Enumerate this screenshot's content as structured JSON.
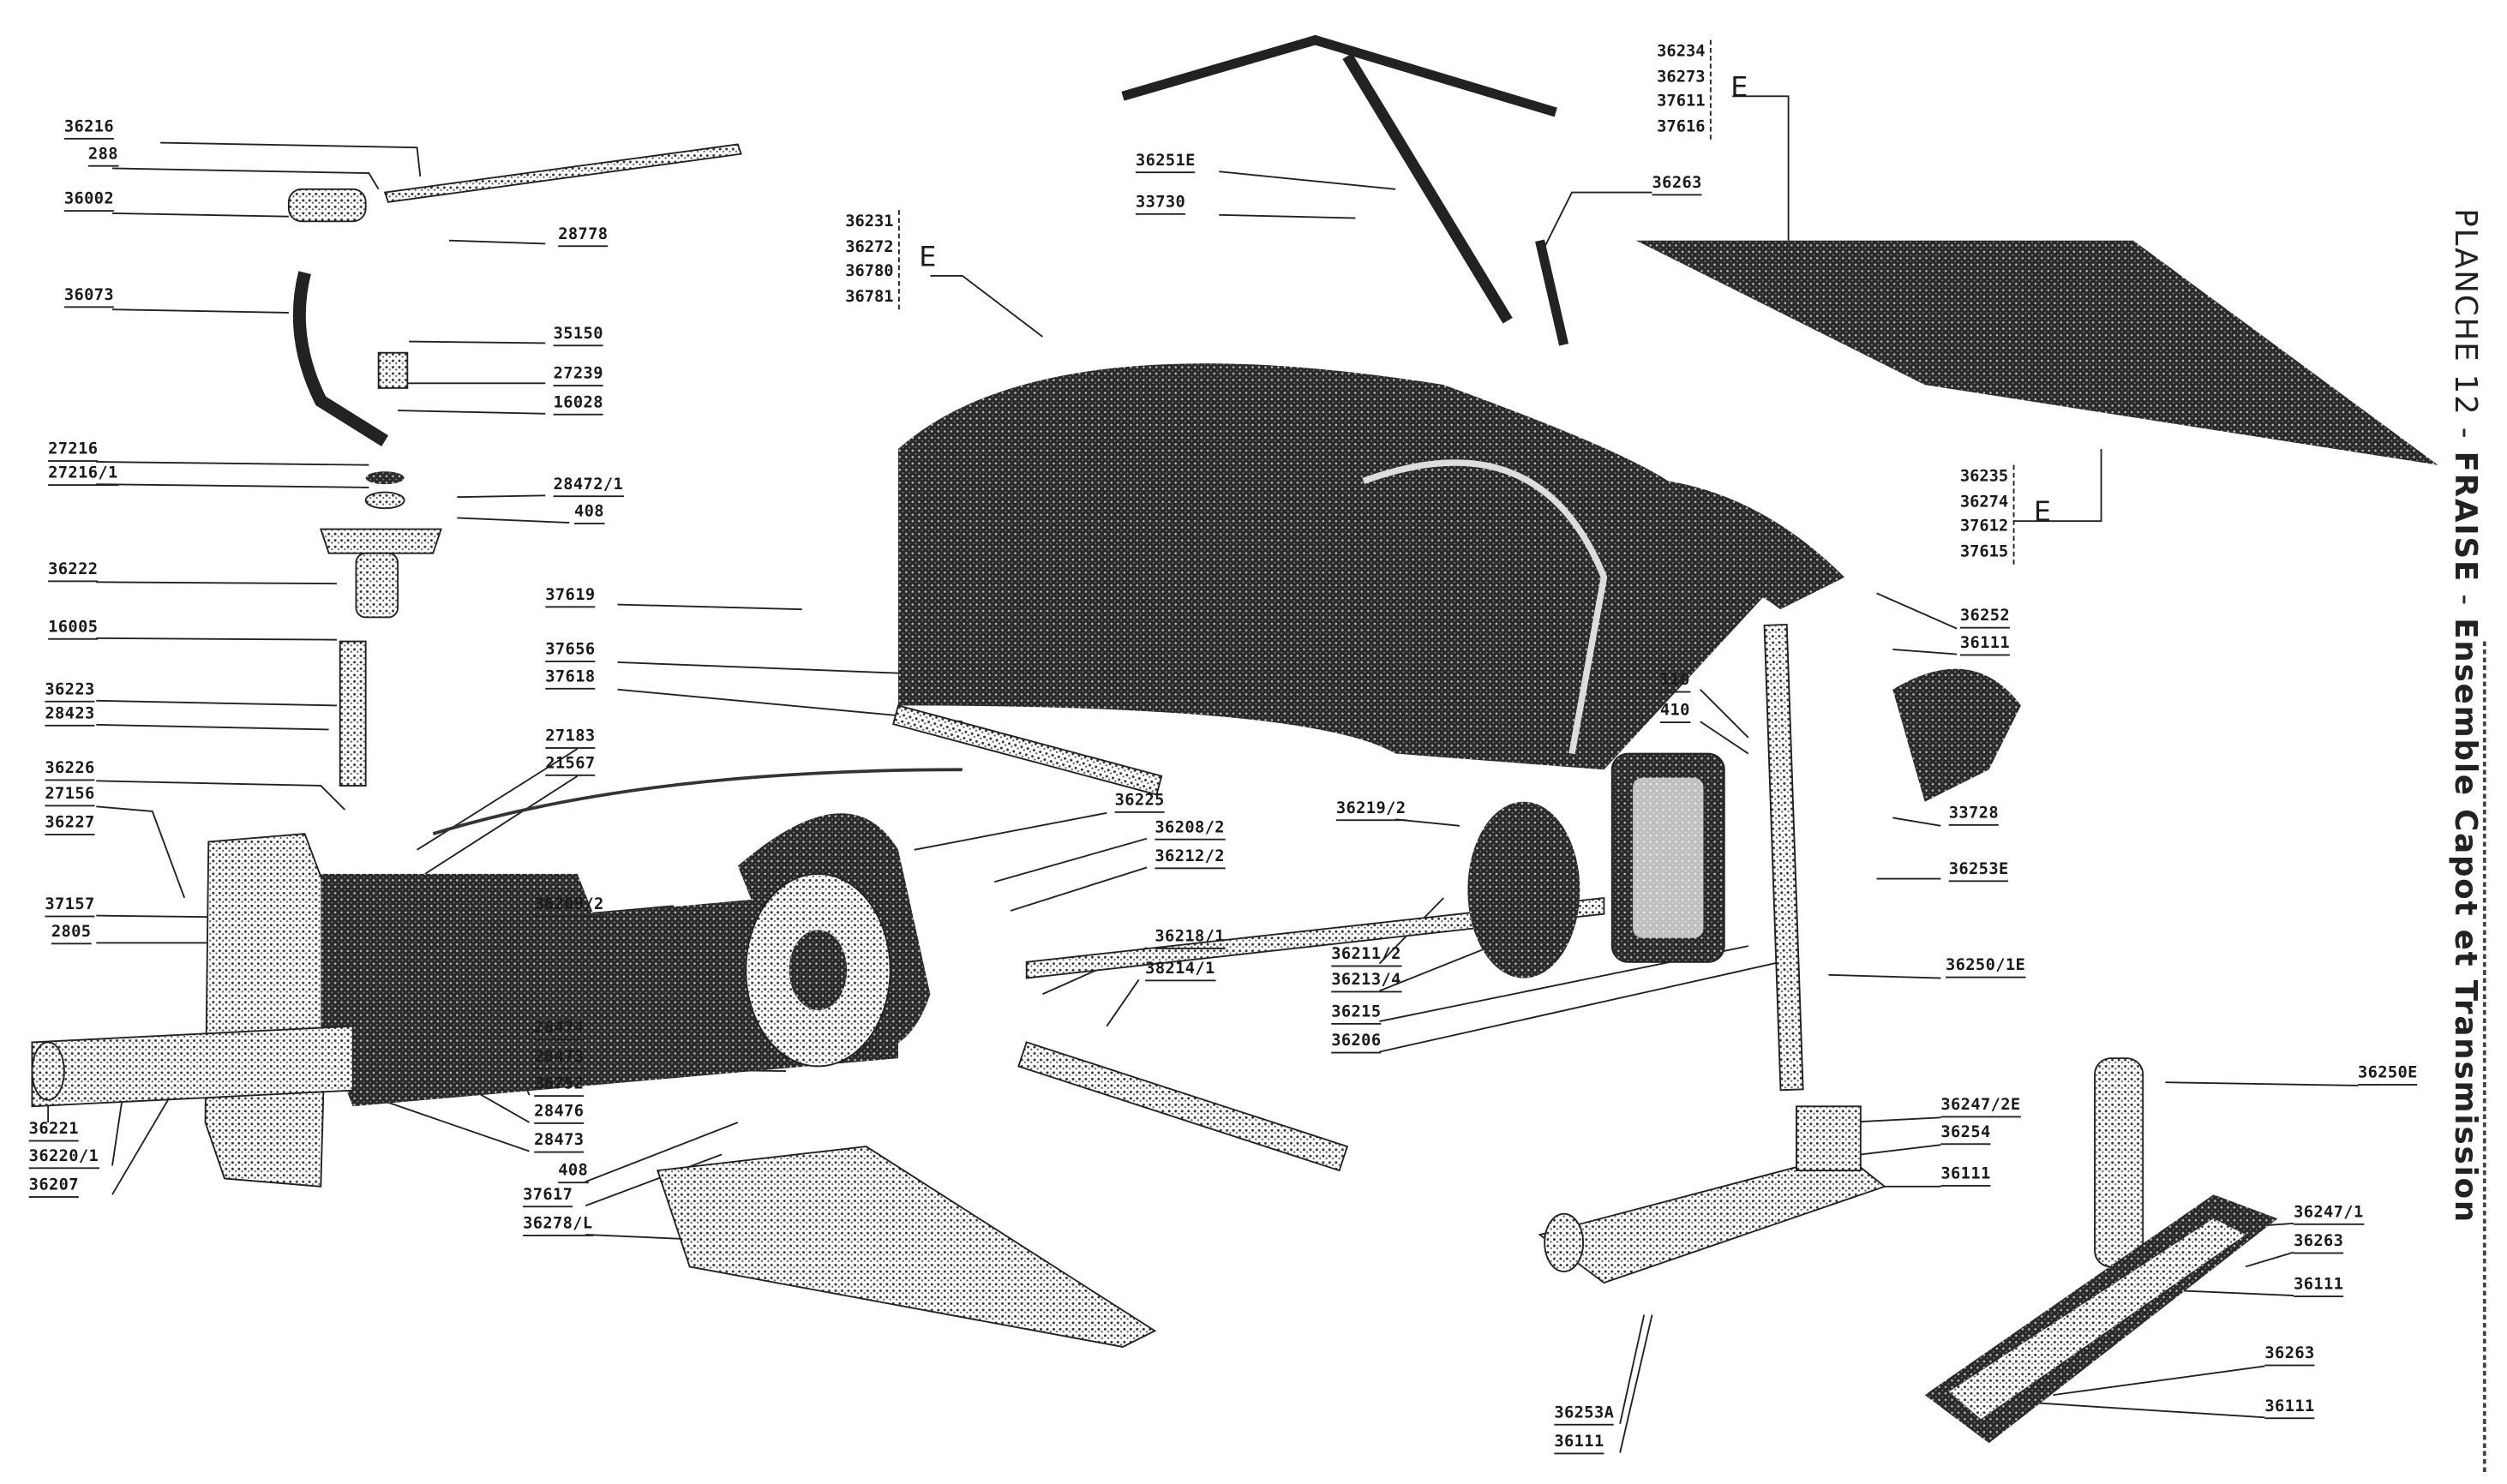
{
  "title": {
    "planche": "PLANCHE 12",
    "sep1": " - ",
    "section": "FRAISE",
    "sep2": " - ",
    "subtitle": "Ensemble Capot et Transmission"
  },
  "groups": [
    {
      "parts": [
        "36231",
        "36272",
        "36780",
        "36781"
      ],
      "suffix": "E"
    },
    {
      "parts": [
        "36234",
        "36273",
        "37611",
        "37616"
      ],
      "suffix": "E"
    },
    {
      "parts": [
        "36235",
        "36274",
        "37612",
        "37615"
      ],
      "suffix": "E"
    }
  ],
  "labels": [
    "36216",
    "288",
    "36002",
    "28778",
    "36073",
    "35150",
    "27239",
    "16028",
    "27216",
    "27216/1",
    "28472/1",
    "408",
    "36222",
    "37619",
    "16005",
    "37656",
    "37618",
    "36223",
    "28423",
    "36226",
    "27156",
    "36227",
    "27183",
    "21567",
    "37157",
    "2805",
    "36209/2",
    "36225",
    "36208/2",
    "36212/2",
    "36219/2",
    "36218/1",
    "38214/1",
    "36211/2",
    "36213/4",
    "36215",
    "36206",
    "28474",
    "28473",
    "36752",
    "28476",
    "28473",
    "408",
    "37617",
    "36278/L",
    "36221",
    "36220/1",
    "36207",
    "36251E",
    "33730",
    "36263",
    "36252",
    "36111",
    "110",
    "410",
    "33728",
    "36253E",
    "36250/1E",
    "36247/2E",
    "36254",
    "36111",
    "36253A",
    "36111",
    "36250E",
    "36247/1",
    "36263",
    "36111",
    "36263",
    "36111"
  ]
}
